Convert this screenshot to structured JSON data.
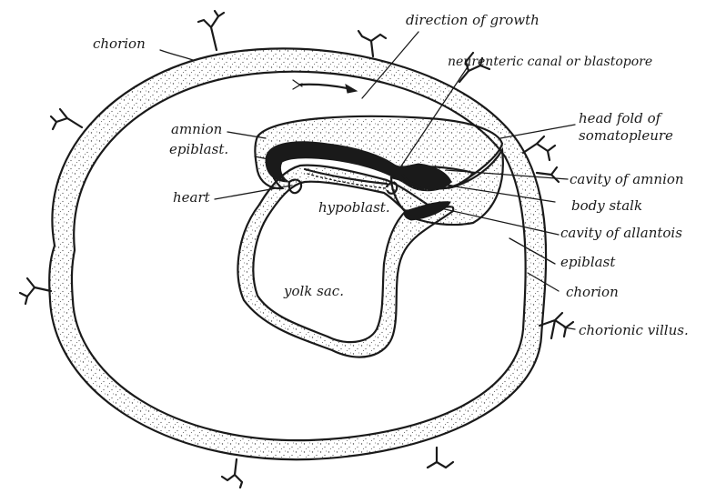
{
  "labels": {
    "chorion_top": "chorion",
    "direction_of_growth": "direction of growth",
    "neurenteric_canal": "neurenteric canal or blastopore",
    "head_fold_line1": "head fold of",
    "head_fold_line2": "somatopleure",
    "amnion": "amnion",
    "epiblast_left": "epiblast.",
    "cavity_of_amnion": "cavity of amnion",
    "heart": "heart",
    "hypoblast": "hypoblast.",
    "body_stalk": "body stalk",
    "cavity_of_allantois": "cavity of allantois",
    "epiblast_right": "epiblast",
    "yolk_sac": "yolk sac.",
    "chorion_right": "chorion",
    "chorionic_villus": "chorionic villus."
  },
  "colors": {
    "ink": "#1a1a1a",
    "stipple": "#4a4a4a",
    "background": "#ffffff"
  }
}
